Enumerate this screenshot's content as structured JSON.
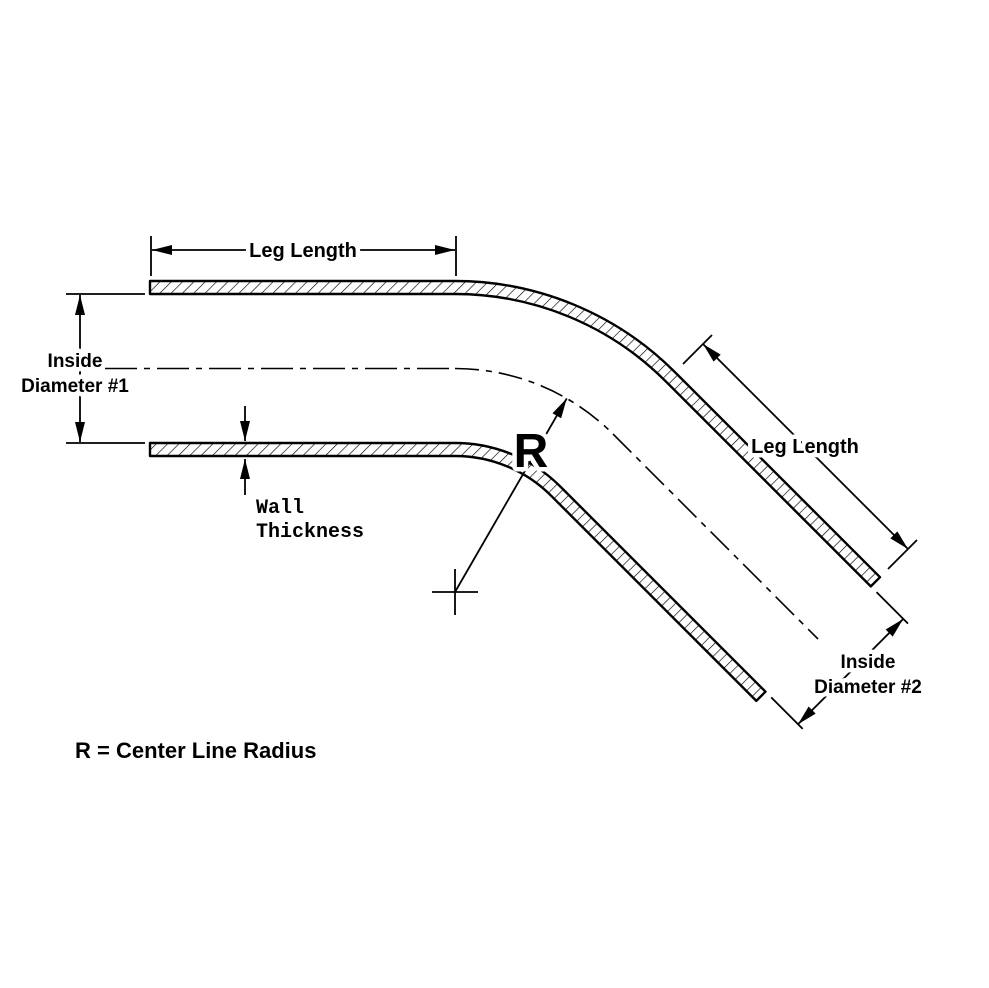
{
  "colors": {
    "ink": "#000000",
    "background": "#ffffff"
  },
  "labels": {
    "leg_length_top": "Leg Length",
    "inside_diameter_1_line1": "Inside",
    "inside_diameter_1_line2": "Diameter #1",
    "wall_thickness_line1": "Wall",
    "wall_thickness_line2": "Thickness",
    "radius_symbol": "R",
    "leg_length_right": "Leg Length",
    "inside_diameter_2_line1": "Inside",
    "inside_diameter_2_line2": "Diameter #2",
    "radius_note": "R = Center Line Radius"
  }
}
